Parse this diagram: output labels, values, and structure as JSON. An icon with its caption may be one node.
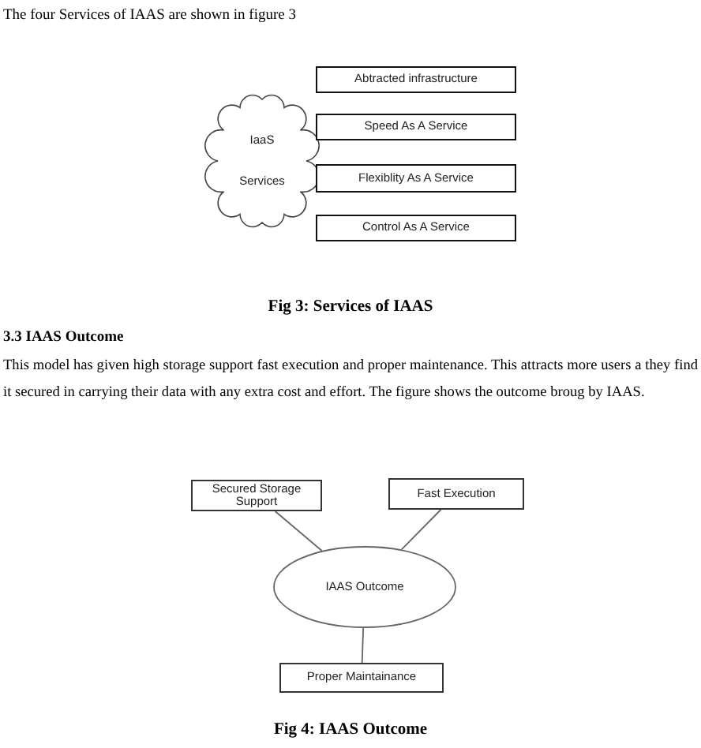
{
  "diagram": {
    "nodes": [
      {
        "text": [
          "IaaS Services"
        ]
      },
      {
        "text": [
          "Abtracted infrastructure"
        ]
      },
      {
        "text": [
          "Speed As A Service"
        ]
      },
      {
        "text": [
          "Flexiblity As A Service"
        ]
      },
      {
        "text": [
          "Control As A Service"
        ]
      },
      {
        "text": [
          "Secured Storage Support"
        ]
      },
      {
        "text": [
          "Fast Execution"
        ]
      },
      {
        "text": [
          "IAAS Outcome"
        ]
      },
      {
        "text": [
          "Proper Maintainance"
        ]
      }
    ],
    "edges": [
      {
        "from": 5,
        "to": 7,
        "arrow": "none"
      },
      {
        "from": 6,
        "to": 7,
        "arrow": "none"
      },
      {
        "from": 7,
        "to": 8,
        "arrow": "none"
      }
    ],
    "labels": [
      "The four Services of IAAS are shown in figure 3",
      "Fig 3: Services of IAAS",
      "3.3 IAAS Outcome",
      "This model has given high storage support fast execution and proper maintenance. This attracts more users a they find it secured in carrying their data with any extra cost and effort. The figure shows the outcome broug by IAAS.",
      "Fig 4:  IAAS Outcome"
    ]
  }
}
